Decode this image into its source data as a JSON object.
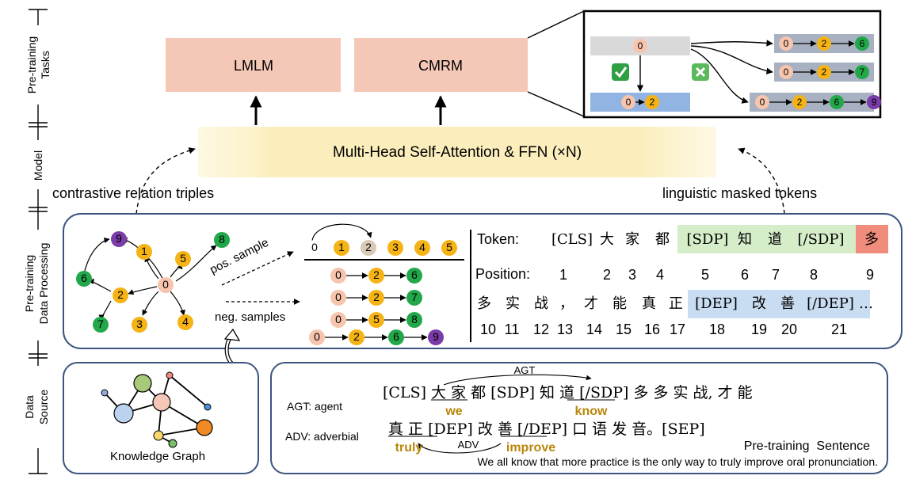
{
  "side_labels": {
    "tasks": [
      "Pre-training",
      "Tasks"
    ],
    "model": "Model",
    "processing": [
      "Pre-training",
      "Data Processing"
    ],
    "source": [
      "Data",
      "Source"
    ]
  },
  "tasks": {
    "lmlm": "LMLM",
    "cmrm": "CMRM"
  },
  "model_box": "Multi-Head Self-Attention & FFN (×N)",
  "edge_labels": {
    "left": "contrastive relation triples",
    "right": "linguistic masked tokens"
  },
  "paths_panel": {
    "root": "0",
    "correct_path": [
      "0",
      "2"
    ],
    "candidates": [
      [
        "0",
        "2",
        "6"
      ],
      [
        "0",
        "2",
        "7"
      ],
      [
        "0",
        "2",
        "6",
        "9"
      ]
    ]
  },
  "graph": {
    "center": "0",
    "nodes": [
      "9",
      "1",
      "5",
      "8",
      "6",
      "2",
      "7",
      "3",
      "4"
    ]
  },
  "sampling": {
    "pos_label": "pos. sample",
    "neg_label": "neg. samples",
    "sequence": [
      "0",
      "1",
      "2",
      "3",
      "4",
      "5"
    ],
    "neg_paths": [
      [
        "0",
        "2",
        "6"
      ],
      [
        "0",
        "2",
        "7"
      ],
      [
        "0",
        "5",
        "8"
      ],
      [
        "0",
        "2",
        "6",
        "9"
      ]
    ]
  },
  "token_table": {
    "token_label": "Token:",
    "position_label": "Position:",
    "row1": [
      "[CLS]",
      "大",
      "家",
      "都",
      "[SDP]",
      "知",
      "道",
      "[/SDP]",
      "多"
    ],
    "row1_positions": [
      "1",
      "2",
      "3",
      "4",
      "5",
      "6",
      "7",
      "8",
      "9"
    ],
    "row2": [
      "多",
      "实",
      "战",
      "，",
      "才",
      "能",
      "真",
      "正",
      "[DEP]",
      "改",
      "善",
      "[/DEP]",
      "…"
    ],
    "row2_positions": [
      "10",
      "11",
      "12",
      "13",
      "14",
      "15",
      "16",
      "17",
      "18",
      "19",
      "20",
      "21"
    ]
  },
  "knowledge_graph_label": "Knowledge Graph",
  "sentence_panel": {
    "agt_label": "AGT: agent",
    "adv_label": "ADV: adverbial",
    "agt_tag": "AGT",
    "adv_tag": "ADV",
    "line1": "[CLS] 大 家 都 [SDP] 知 道 [/SDP] 多 多 实 战, 才 能",
    "line2": "真 正 [DEP] 改 善 [/DEP] 口 语 发 音。[SEP]",
    "we": "we",
    "know": "know",
    "truly": "truly",
    "improve": "improve",
    "title": "Pre-training  Sentence",
    "translation": "We all know that more practice is the only way to truly improve oral pronunciation."
  },
  "colors": {
    "task_box": "#f4c7b6",
    "model_box": "#fbeebc",
    "orange": "#f5b316",
    "green": "#22a84a",
    "purple": "#7b3ba8",
    "peach": "#f7c4ad",
    "blue": "#92b4e3",
    "gray": "#d9d9d9",
    "frame": "#3b5580",
    "gold_text": "#b8860b",
    "sdp_green": "#d6edc9",
    "sdp_red": "#ef8c7c",
    "dep_blue": "#c9ddf2"
  }
}
